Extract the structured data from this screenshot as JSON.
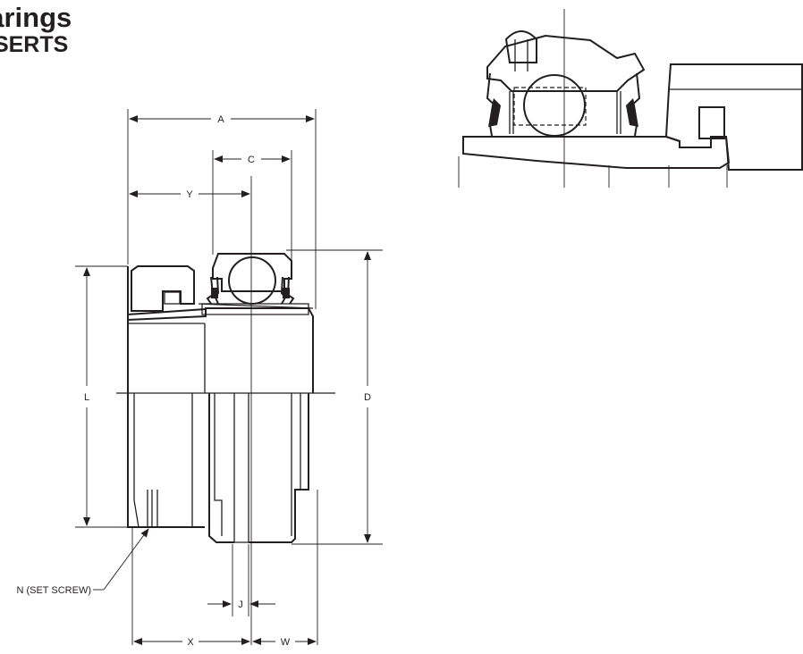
{
  "header": {
    "title_line1": "earings",
    "title_line2": "ISERTS"
  },
  "dimensions": {
    "A": "A",
    "C": "C",
    "Y": "Y",
    "L": "L",
    "D": "D",
    "J": "J",
    "X": "X",
    "W": "W",
    "N": "N (SET SCREW)"
  }
}
